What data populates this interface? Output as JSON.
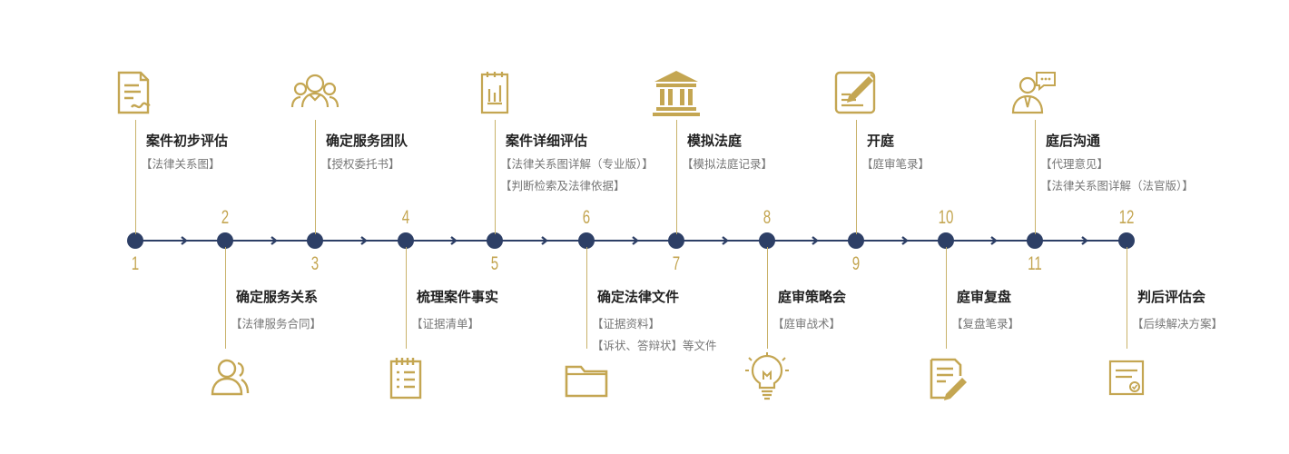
{
  "colors": {
    "gold": "#c4a652",
    "navy": "#2d3f66",
    "title": "#222222",
    "sub": "#777777"
  },
  "steps": [
    {
      "num": "1",
      "title": "案件初步评估",
      "subs": [
        "【法律关系图】"
      ],
      "icon": "document-signature-icon"
    },
    {
      "num": "2",
      "title": "确定服务关系",
      "subs": [
        "【法律服务合同】"
      ],
      "icon": "users-icon"
    },
    {
      "num": "3",
      "title": "确定服务团队",
      "subs": [
        "【授权委托书】"
      ],
      "icon": "team-icon"
    },
    {
      "num": "4",
      "title": "梳理案件事实",
      "subs": [
        "【证据清单】"
      ],
      "icon": "checklist-icon"
    },
    {
      "num": "5",
      "title": "案件详细评估",
      "subs": [
        "【法律关系图详解（专业版）】",
        "【判断检索及法律依据】"
      ],
      "icon": "bar-chart-doc-icon"
    },
    {
      "num": "6",
      "title": "确定法律文件",
      "subs": [
        "【证据资料】",
        "【诉状、答辩状】等文件"
      ],
      "icon": "folder-icon"
    },
    {
      "num": "7",
      "title": "模拟法庭",
      "subs": [
        "【模拟法庭记录】"
      ],
      "icon": "courthouse-icon"
    },
    {
      "num": "8",
      "title": "庭审策略会",
      "subs": [
        "【庭审战术】"
      ],
      "icon": "lightbulb-icon"
    },
    {
      "num": "9",
      "title": "开庭",
      "subs": [
        "【庭审笔录】"
      ],
      "icon": "notepad-pen-icon"
    },
    {
      "num": "10",
      "title": "庭审复盘",
      "subs": [
        "【复盘笔录】"
      ],
      "icon": "edit-document-icon"
    },
    {
      "num": "11",
      "title": "庭后沟通",
      "subs": [
        "【代理意见】",
        "【法律关系图详解（法官版）】"
      ],
      "icon": "lawyer-chat-icon"
    },
    {
      "num": "12",
      "title": "判后评估会",
      "subs": [
        "【后续解决方案】"
      ],
      "icon": "certificate-icon"
    }
  ]
}
